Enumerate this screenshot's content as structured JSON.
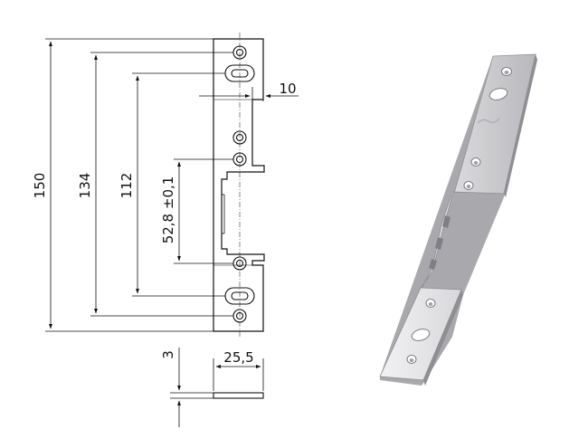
{
  "drawing": {
    "dim_overall_height": "150",
    "dim_hole_span": "134",
    "dim_inner_span": "112",
    "dim_recess": "52,8 ±0,1",
    "dim_slot_depth": "10",
    "dim_thickness": "3",
    "dim_width": "25,5"
  },
  "colors": {
    "line": "#111111",
    "plate_light": "#e7e7e9",
    "plate_mid": "#c9c9cc",
    "plate_dark": "#9c9ca1"
  }
}
